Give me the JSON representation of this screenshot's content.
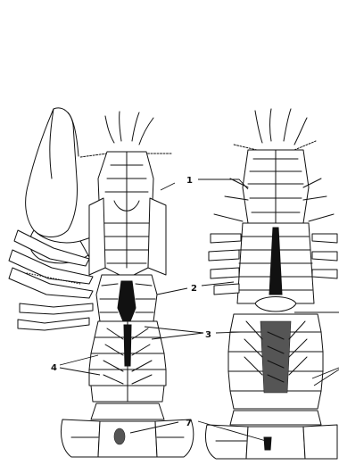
{
  "figure": {
    "callouts": [
      {
        "id": "c1",
        "text": "1"
      },
      {
        "id": "c2",
        "text": "2"
      },
      {
        "id": "c3",
        "text": "3"
      },
      {
        "id": "c4",
        "text": "4"
      },
      {
        "id": "c7",
        "text": "7"
      }
    ]
  }
}
